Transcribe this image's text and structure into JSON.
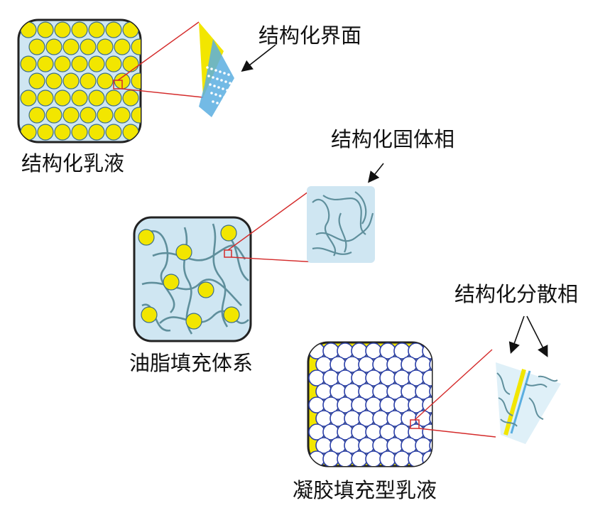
{
  "labels": {
    "structured_interface": "结构化界面",
    "structured_emulsion": "结构化乳液",
    "structured_solid_phase": "结构化固体相",
    "oil_filled_system": "油脂填充体系",
    "structured_dispersed_phase": "结构化分散相",
    "gel_filled_emulsion": "凝胶填充型乳液"
  },
  "colors": {
    "droplet_yellow": "#f2e600",
    "droplet_outline": "#3d6f8a",
    "panel_bg": "#cfe6f2",
    "panel_border": "#222222",
    "network_strand": "#5f8f9c",
    "zoom_line": "#d42a2a",
    "interface_blue": "#5aaee0",
    "white_droplet_outline": "#2a3fa8"
  },
  "icons": [
    "arrow-icon"
  ]
}
